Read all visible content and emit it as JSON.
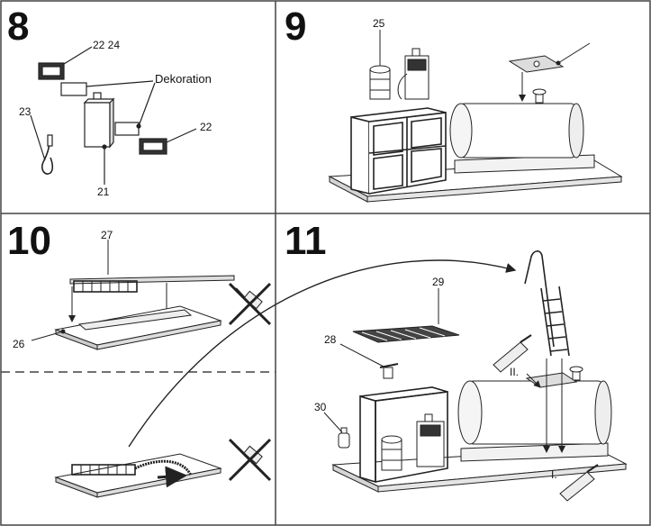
{
  "steps": [
    {
      "number": "8"
    },
    {
      "number": "9"
    },
    {
      "number": "10"
    },
    {
      "number": "11"
    }
  ],
  "labels": {
    "s8_22_24": "22 24",
    "s8_dekoration": "Dekoration",
    "s8_23": "23",
    "s8_22": "22",
    "s8_21": "21",
    "s9_25": "25",
    "s10_27": "27",
    "s10_26": "26",
    "s11_29": "29",
    "s11_28": "28",
    "s11_30": "30",
    "s11_II": "II.",
    "s11_I": "I."
  },
  "colors": {
    "line": "#222222",
    "frame": "#444444",
    "shade": "#cccccc",
    "dark": "#555555"
  }
}
